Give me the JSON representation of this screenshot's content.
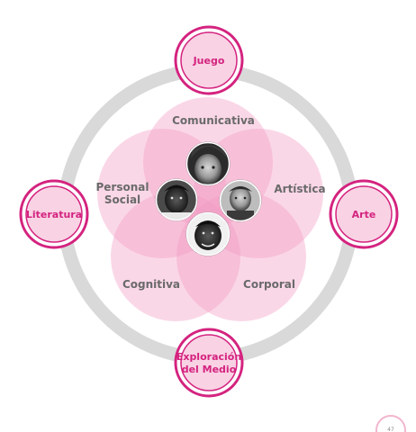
{
  "colors": {
    "petal": "#f29ac2",
    "ring": "#d9d9d9",
    "node_border": "#d4237f",
    "node_fill": "#f9d2e4",
    "petal_text": "#6a6a6a",
    "node_text": "#d4237f"
  },
  "areas": {
    "top": "Comunicativa",
    "left_line1": "Personal",
    "left_line2": "Social",
    "right": "Artística",
    "bottom_left": "Cognitiva",
    "bottom_right": "Corporal"
  },
  "nodes": {
    "top": "Juego",
    "left": "Literatura",
    "right": "Arte",
    "bottom_line1": "Exploración",
    "bottom_line2": "del Medio"
  },
  "photos": [
    "child-girl-photo",
    "child-boy-photo",
    "child-boy-2-photo",
    "child-boy-3-photo"
  ],
  "page_number": "47"
}
